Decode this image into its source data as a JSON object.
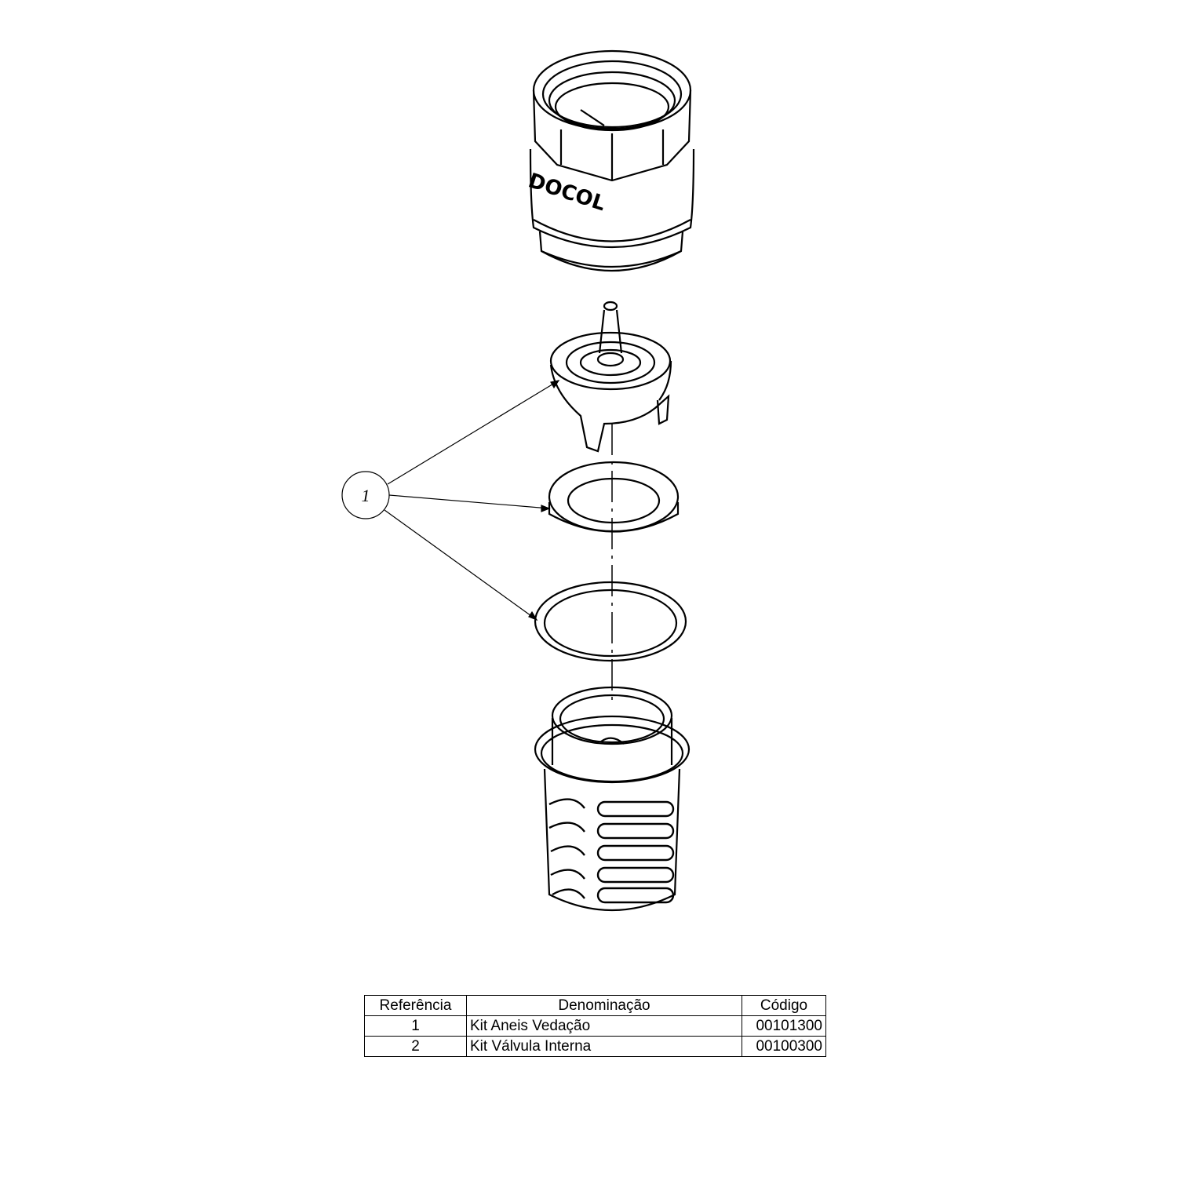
{
  "drawing": {
    "logo_text": "DOCOL",
    "balloon_label": "1"
  },
  "table": {
    "headers": [
      "Referência",
      "Denominação",
      "Código"
    ],
    "rows": [
      {
        "ref": "1",
        "name": "Kit Aneis Vedação",
        "code": "00101300"
      },
      {
        "ref": "2",
        "name": "Kit Válvula Interna",
        "code": "00100300"
      }
    ]
  }
}
